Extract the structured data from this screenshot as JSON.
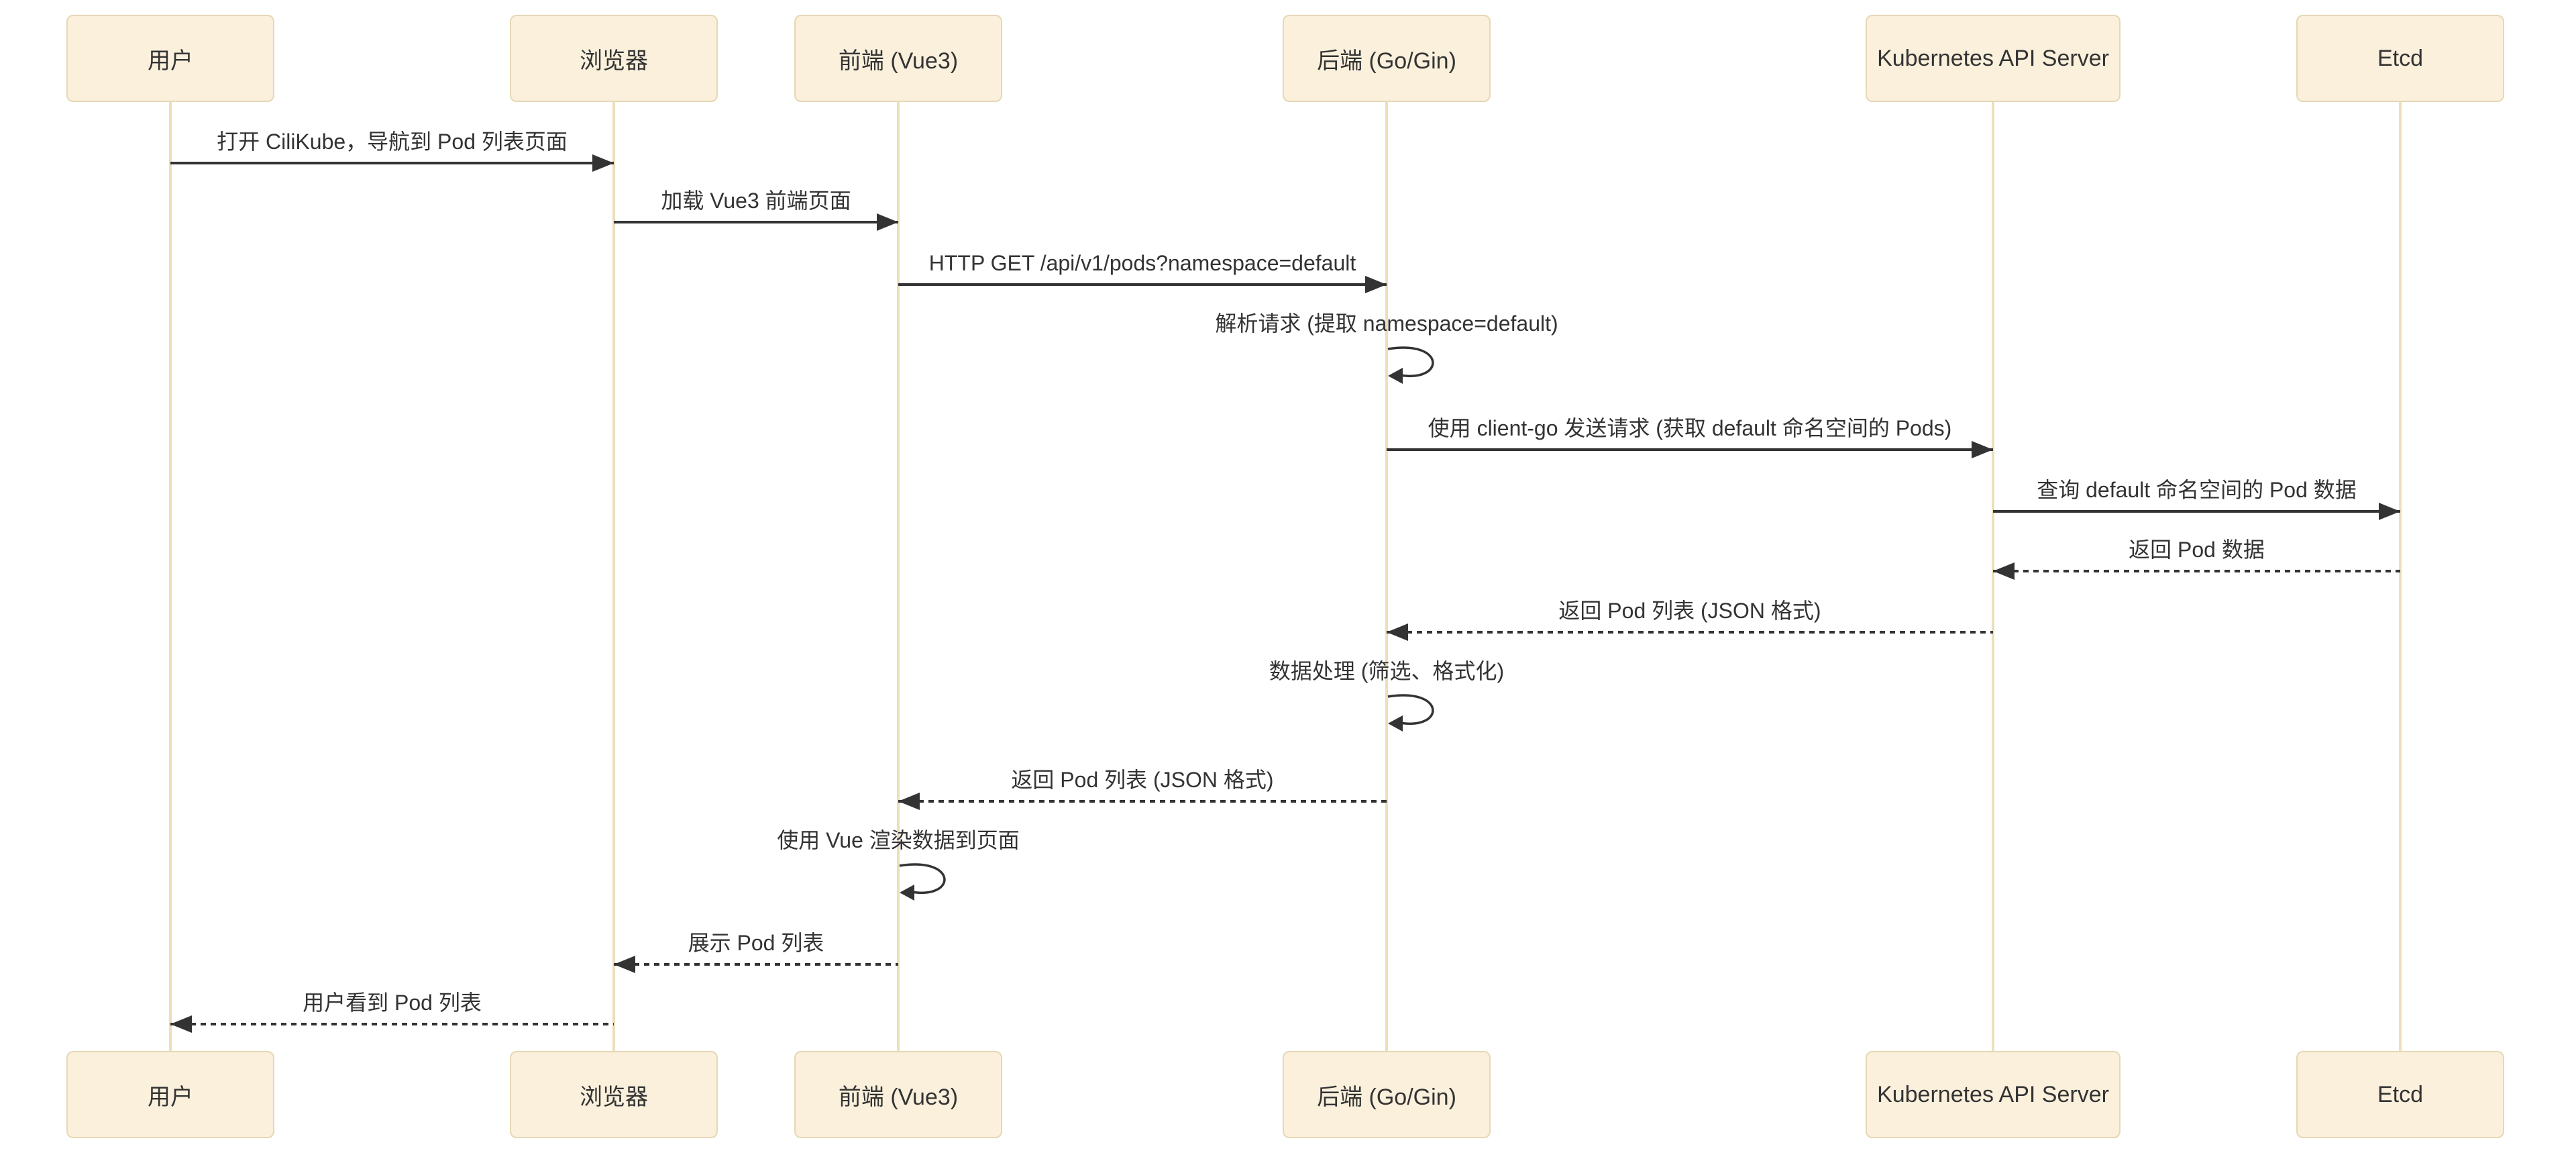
{
  "diagram": {
    "type": "sequence",
    "actors": [
      {
        "name": "用户"
      },
      {
        "name": "浏览器"
      },
      {
        "name": "前端 (Vue3)"
      },
      {
        "name": "后端 (Go/Gin)"
      },
      {
        "name": "Kubernetes API Server"
      },
      {
        "name": "Etcd"
      }
    ],
    "messages": [
      {
        "from": "用户",
        "to": "浏览器",
        "text": "打开 CiliKube，导航到 Pod 列表页面",
        "style": "solid"
      },
      {
        "from": "浏览器",
        "to": "前端 (Vue3)",
        "text": "加载 Vue3 前端页面",
        "style": "solid"
      },
      {
        "from": "前端 (Vue3)",
        "to": "后端 (Go/Gin)",
        "text": "HTTP GET /api/v1/pods?namespace=default",
        "style": "solid"
      },
      {
        "from": "后端 (Go/Gin)",
        "to": "后端 (Go/Gin)",
        "text": "解析请求 (提取 namespace=default)",
        "style": "self"
      },
      {
        "from": "后端 (Go/Gin)",
        "to": "Kubernetes API Server",
        "text": "使用 client-go 发送请求 (获取 default 命名空间的 Pods)",
        "style": "solid"
      },
      {
        "from": "Kubernetes API Server",
        "to": "Etcd",
        "text": "查询 default 命名空间的 Pod 数据",
        "style": "solid"
      },
      {
        "from": "Etcd",
        "to": "Kubernetes API Server",
        "text": "返回 Pod 数据",
        "style": "dashed"
      },
      {
        "from": "Kubernetes API Server",
        "to": "后端 (Go/Gin)",
        "text": "返回 Pod 列表 (JSON 格式)",
        "style": "dashed"
      },
      {
        "from": "后端 (Go/Gin)",
        "to": "后端 (Go/Gin)",
        "text": "数据处理 (筛选、格式化)",
        "style": "self"
      },
      {
        "from": "后端 (Go/Gin)",
        "to": "前端 (Vue3)",
        "text": "返回 Pod 列表 (JSON 格式)",
        "style": "dashed"
      },
      {
        "from": "前端 (Vue3)",
        "to": "前端 (Vue3)",
        "text": "使用 Vue 渲染数据到页面",
        "style": "self"
      },
      {
        "from": "前端 (Vue3)",
        "to": "浏览器",
        "text": "展示 Pod 列表",
        "style": "dashed"
      },
      {
        "from": "浏览器",
        "to": "用户",
        "text": "用户看到 Pod 列表",
        "style": "dashed"
      }
    ],
    "colors": {
      "actor_fill": "#faf0dc",
      "actor_border": "#e6d8b5",
      "lifeline_color": "#ecdfba",
      "line_color": "#333333",
      "text_color": "#333333",
      "bg_color": "#ffffff"
    }
  }
}
